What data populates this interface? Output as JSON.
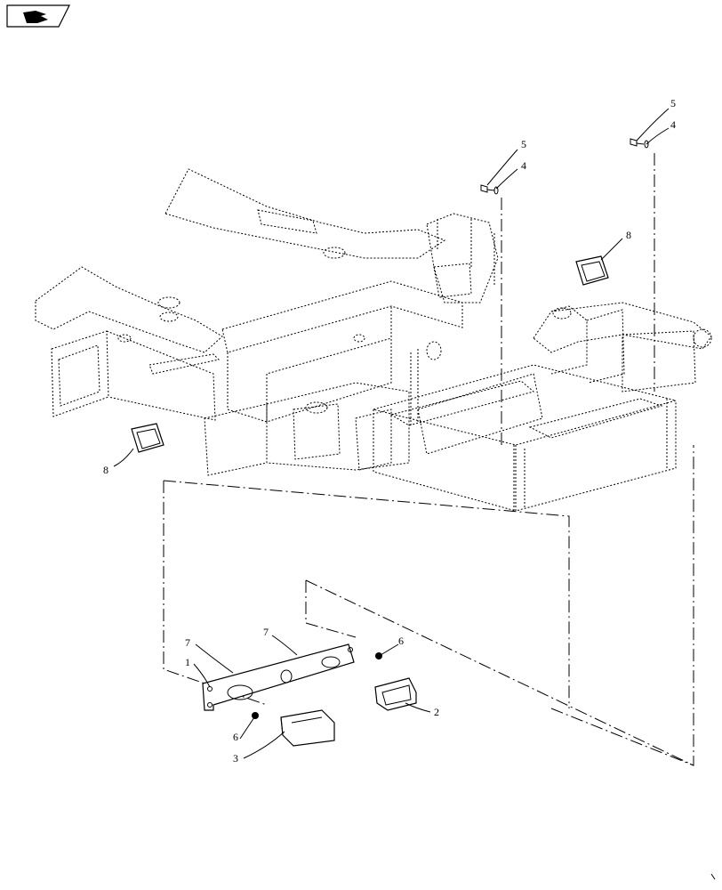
{
  "nav_icon": "next-page-icon",
  "callouts": {
    "c8_right": "8",
    "c8_left": "8",
    "c5_a": "5",
    "c4_a": "4",
    "c5_b": "5",
    "c4_b": "4",
    "c7_a": "7",
    "c7_b": "7",
    "c1": "1",
    "c6_a": "6",
    "c6_b": "6",
    "c3": "3",
    "c2": "2"
  }
}
